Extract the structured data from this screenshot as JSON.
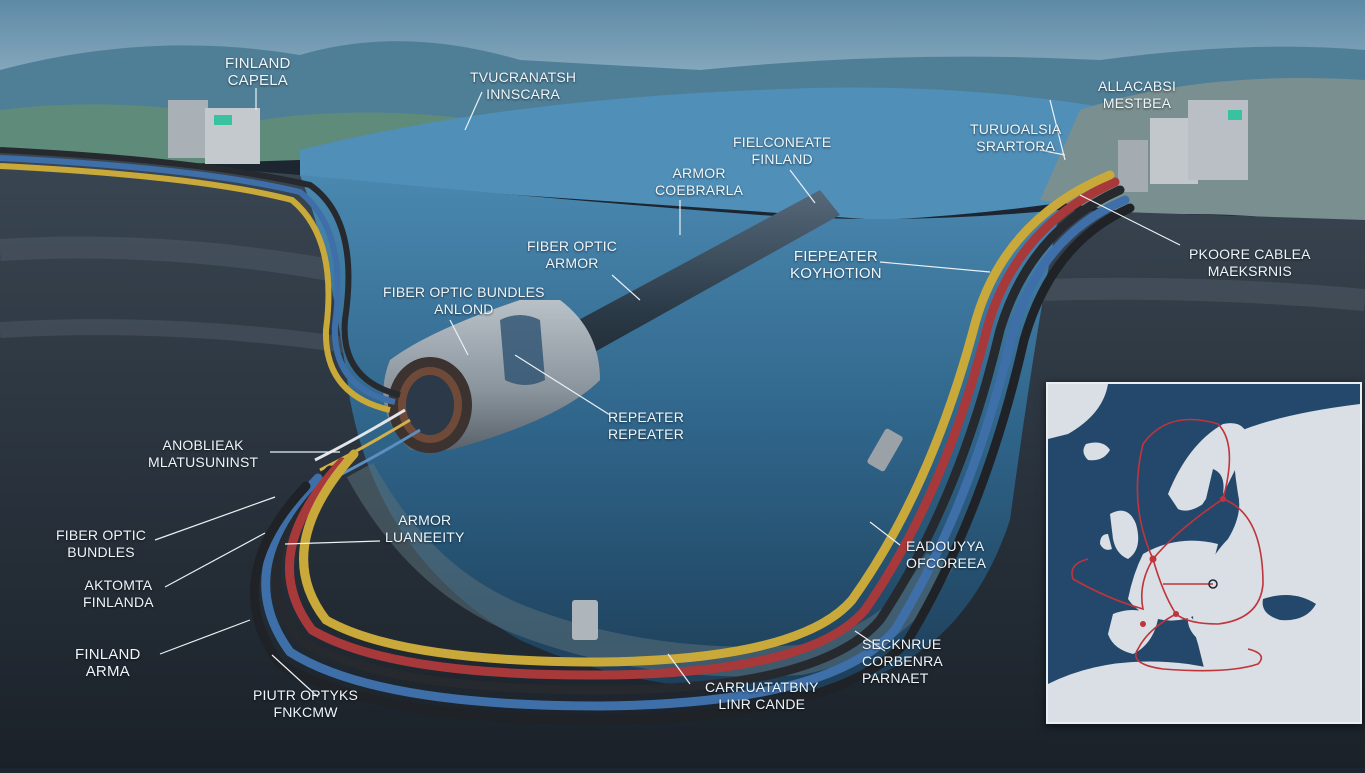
{
  "diagram": {
    "subject": "Submarine fiber optic cable cross-section landscape",
    "labels": [
      {
        "id": "finland-capela",
        "lines": [
          "FINLAND",
          "CAPELA"
        ]
      },
      {
        "id": "tvucranatsh",
        "lines": [
          "TVUCRANATSH",
          "INNSCARA"
        ]
      },
      {
        "id": "felconeate",
        "lines": [
          "FIELCONEATE",
          "FINLAND"
        ]
      },
      {
        "id": "armor-coebrarla",
        "lines": [
          "ARMOR",
          "COEBRARLA"
        ]
      },
      {
        "id": "fiber-optic-armor",
        "lines": [
          "FIBER OPTIC",
          "ARMOR"
        ]
      },
      {
        "id": "fiber-optic-bundles-anlond",
        "lines": [
          "FIBER OPTIC BUNDLES",
          "ANLOND"
        ]
      },
      {
        "id": "fiepeater",
        "lines": [
          "FIEPEATER",
          "KOYHOTION"
        ]
      },
      {
        "id": "alacabsi",
        "lines": [
          "ALLACABSI",
          "MESTBEA"
        ]
      },
      {
        "id": "turuoalsia",
        "lines": [
          "TURUOALSIA",
          "SRARTORA"
        ]
      },
      {
        "id": "pkoore-cablea",
        "lines": [
          "PKOORE CABLEA",
          "MAEKSRNIS"
        ]
      },
      {
        "id": "repeater",
        "lines": [
          "REPEATER",
          "REPEATER"
        ]
      },
      {
        "id": "anoblieak",
        "lines": [
          "ANOBLIEAK",
          "MLATUSUNINST"
        ]
      },
      {
        "id": "fiber-optic-bundles",
        "lines": [
          "FIBER OPTIC",
          "BUNDLES"
        ]
      },
      {
        "id": "armor-luaneeity",
        "lines": [
          "ARMOR",
          "LUANEEITY"
        ]
      },
      {
        "id": "aktomta",
        "lines": [
          "AKTOMTA",
          "FINLANDA"
        ]
      },
      {
        "id": "finland-arma",
        "lines": [
          "FINLAND",
          "ARMA"
        ]
      },
      {
        "id": "piutr-optyks",
        "lines": [
          "PIUTR OPTYKS",
          "FNKCMW"
        ]
      },
      {
        "id": "carruatatbny",
        "lines": [
          "CARRUATATBNY",
          "LINR CANDE"
        ]
      },
      {
        "id": "eadouyya",
        "lines": [
          "EADOUYYA",
          "OFCOREEA"
        ]
      },
      {
        "id": "secknrue",
        "lines": [
          "SECKNRUE",
          "CORBENRA",
          "PARNAET"
        ]
      }
    ],
    "inset_map": {
      "region": "Europe",
      "route_color": "#c0343b",
      "sea_color": "#24486c",
      "land_color": "#d9dfe4"
    },
    "colors": {
      "cable_red": "#a8393b",
      "cable_yellow": "#c9a93a",
      "cable_blue": "#3f6fa8",
      "cable_black": "#26292d",
      "water": "#3d7aa3",
      "ground": "#2b3440"
    }
  }
}
